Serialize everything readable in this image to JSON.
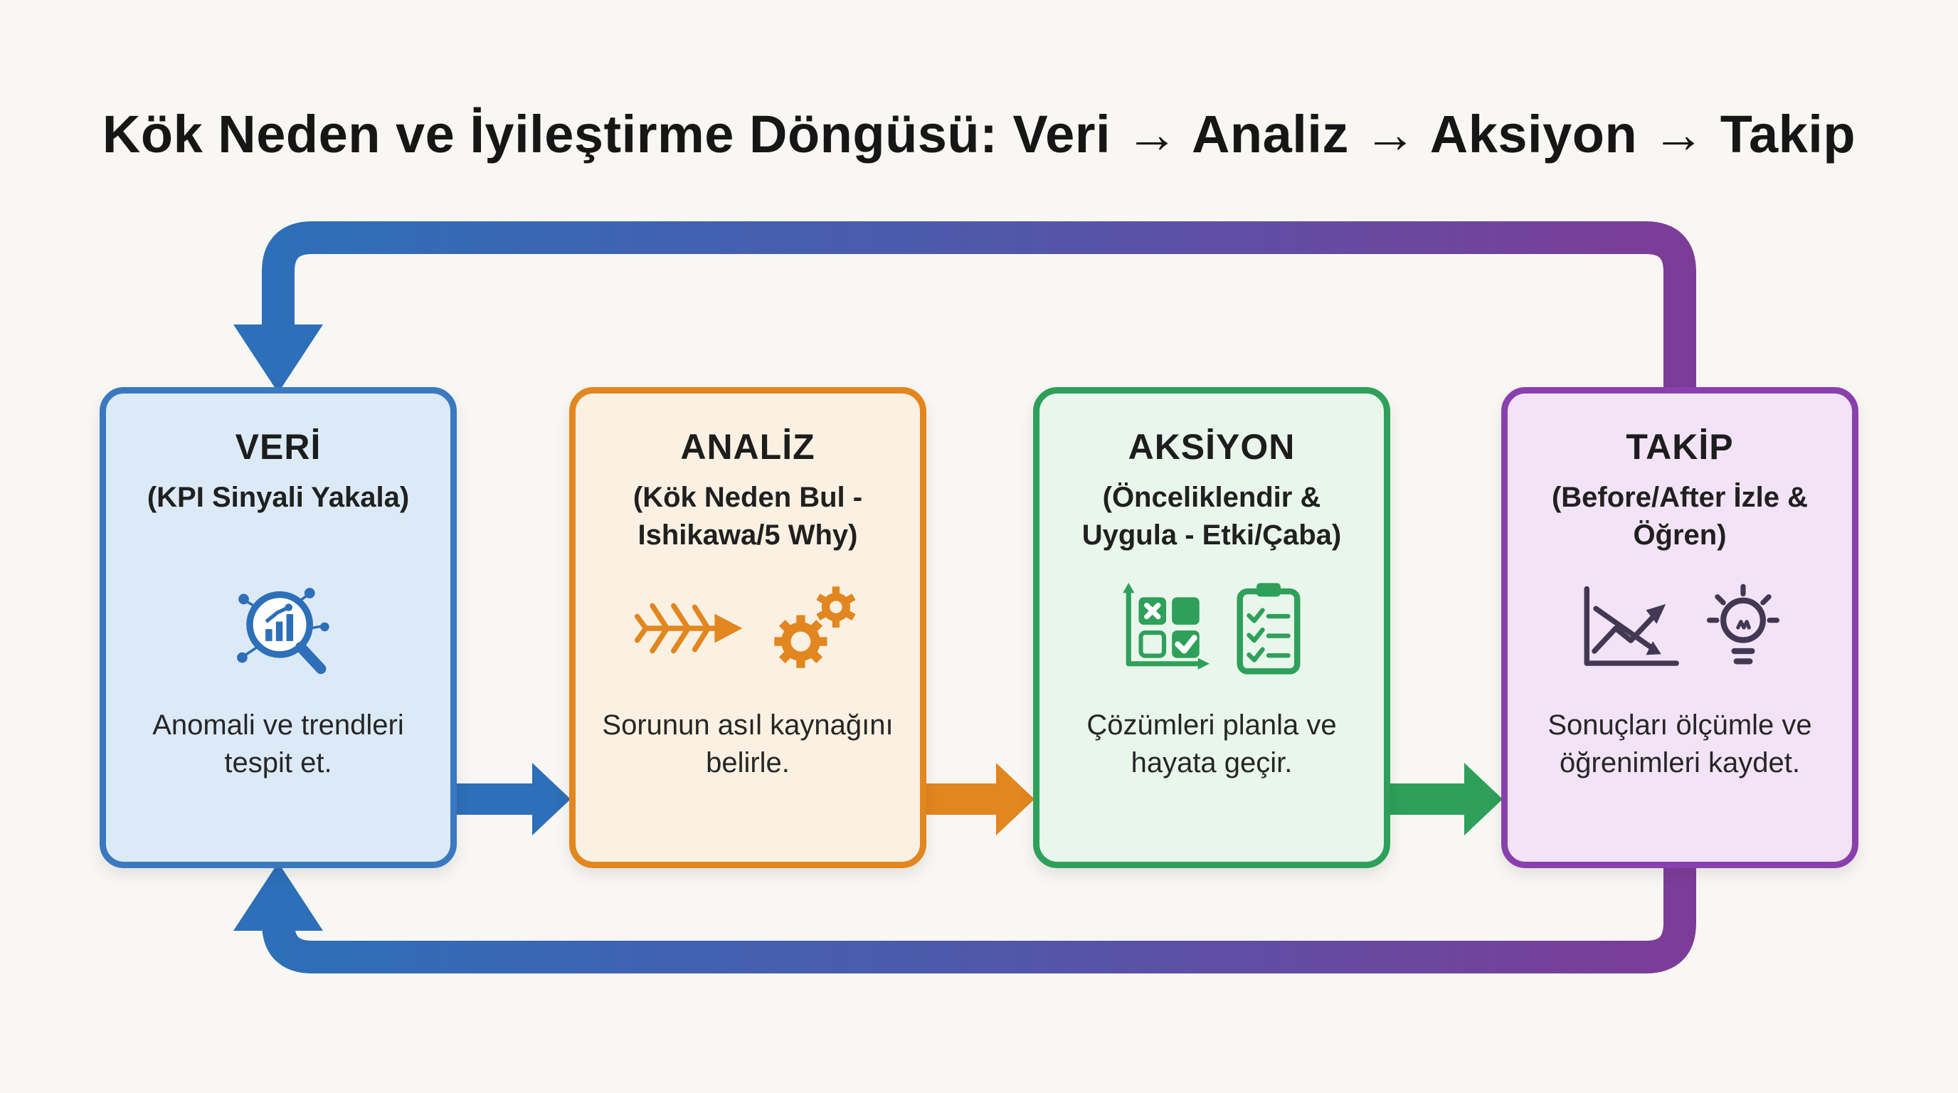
{
  "title": "Kök Neden ve İyileştirme Döngüsü: Veri → Analiz → Aksiyon → Takip",
  "colors": {
    "background": "#f8f7f3",
    "title_text": "#161616",
    "body_text": "#262626"
  },
  "stages": [
    {
      "id": "veri",
      "name": "VERİ",
      "subtitle": "(KPI Sinyali Yakala)",
      "description": "Anomali ve trendleri tespit et.",
      "border_color": "#3a79c0",
      "fill_color": "#dceaf7",
      "icon_color": "#2d6fb8",
      "icons": [
        "magnifier-chart-icon"
      ]
    },
    {
      "id": "analiz",
      "name": "ANALİZ",
      "subtitle": "(Kök Neden Bul - Ishikawa/5 Why)",
      "description": "Sorunun asıl kaynağını belirle.",
      "border_color": "#e2861f",
      "fill_color": "#fbf1e2",
      "icon_color": "#e2861f",
      "icons": [
        "fishbone-icon",
        "gears-icon"
      ]
    },
    {
      "id": "aksiyon",
      "name": "AKSİYON",
      "subtitle": "(Önceliklendir & Uygula - Etki/Çaba)",
      "description": "Çözümleri planla ve hayata geçir.",
      "border_color": "#2ea05a",
      "fill_color": "#e9f6ec",
      "icon_color": "#2ea05a",
      "icons": [
        "priority-matrix-icon",
        "checklist-icon"
      ]
    },
    {
      "id": "takip",
      "name": "TAKİP",
      "subtitle": "(Before/After İzle & Öğren)",
      "description": "Sonuçları ölçümle ve öğrenimleri kaydet.",
      "border_color": "#8a3fae",
      "fill_color": "#f2e3f6",
      "icon_color": "#433853",
      "icons": [
        "trend-arrows-icon",
        "lightbulb-icon"
      ]
    }
  ],
  "flow_arrows": [
    {
      "from": "VERİ",
      "to": "ANALİZ",
      "color": "#2d6fb8"
    },
    {
      "from": "ANALİZ",
      "to": "AKSİYON",
      "color": "#e2861f"
    },
    {
      "from": "AKSİYON",
      "to": "TAKİP",
      "color": "#2ea05a"
    }
  ],
  "feedback_loop": {
    "from": "TAKİP",
    "to": "VERİ",
    "gradient": [
      "#2d6fb8",
      "#4f58ab",
      "#7d3c98"
    ]
  }
}
